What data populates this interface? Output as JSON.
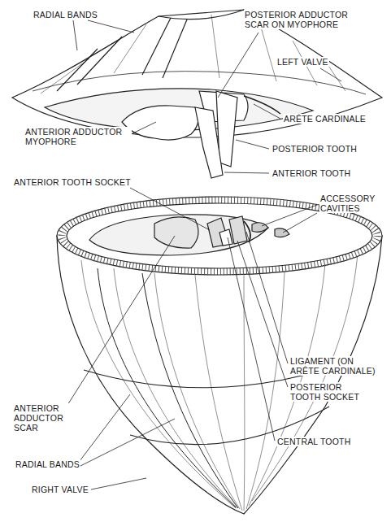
{
  "diagram": {
    "labels": [
      "RADIAL BANDS",
      "POSTERIOR ADDUCTOR SCAR ON MYOPHORE",
      "LEFT VALVE",
      "ARÊTE CARDINALE",
      "ANTERIOR ADDUCTOR MYOPHORE",
      "POSTERIOR TOOTH",
      "ANTERIOR TOOTH",
      "ANTERIOR TOOTH SOCKET",
      "ACCESSORY CAVITIES",
      "LIGAMENT (ON ARÊTE CARDINALE)",
      "ANTERIOR ADDUCTOR SCAR",
      "POSTERIOR TOOTH SOCKET",
      "RADIAL BANDS",
      "CENTRAL TOOTH",
      "RIGHT VALVE"
    ]
  }
}
